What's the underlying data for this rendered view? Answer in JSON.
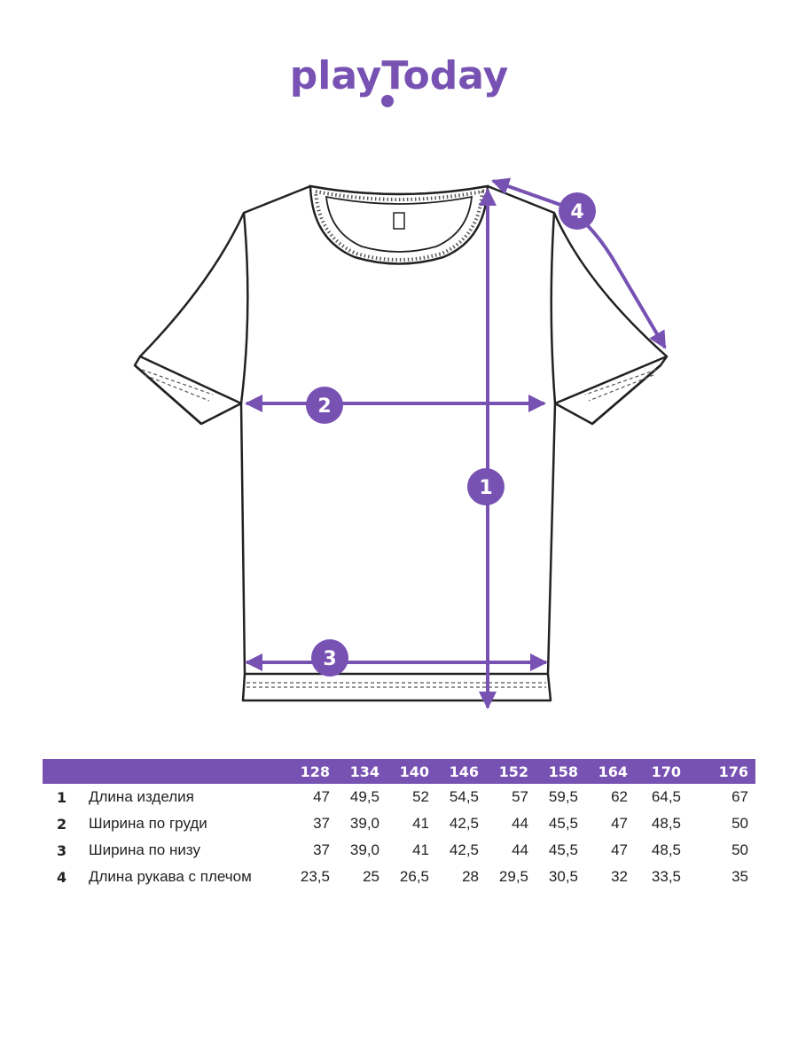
{
  "brand": {
    "part1": "play",
    "part2": "Today",
    "color": "#7752b3"
  },
  "diagram": {
    "accent": "#7752b3",
    "outline": "#222222",
    "labels": [
      "1",
      "2",
      "3",
      "4"
    ]
  },
  "size_table": {
    "sizes": [
      "128",
      "134",
      "140",
      "146",
      "152",
      "158",
      "164",
      "170",
      "176"
    ],
    "rows": [
      {
        "num": "1",
        "name": "Длина изделия",
        "values": [
          "47",
          "49,5",
          "52",
          "54,5",
          "57",
          "59,5",
          "62",
          "64,5",
          "67"
        ]
      },
      {
        "num": "2",
        "name": "Ширина по груди",
        "values": [
          "37",
          "39,0",
          "41",
          "42,5",
          "44",
          "45,5",
          "47",
          "48,5",
          "50"
        ]
      },
      {
        "num": "3",
        "name": "Ширина по низу",
        "values": [
          "37",
          "39,0",
          "41",
          "42,5",
          "44",
          "45,5",
          "47",
          "48,5",
          "50"
        ]
      },
      {
        "num": "4",
        "name": "Длина рукава с плечом",
        "values": [
          "23,5",
          "25",
          "26,5",
          "28",
          "29,5",
          "30,5",
          "32",
          "33,5",
          "35"
        ]
      }
    ]
  }
}
